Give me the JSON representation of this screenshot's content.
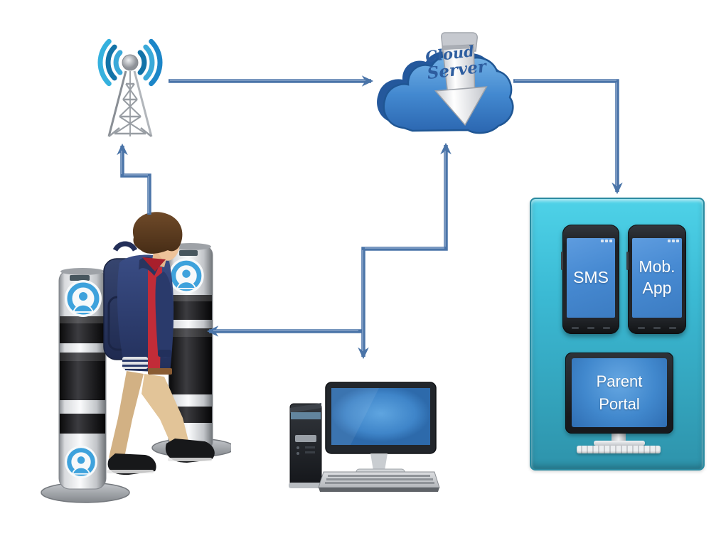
{
  "diagram_type": "child-tracking-system-architecture",
  "cloud_server": {
    "line1": "Cloud",
    "line2": "Server",
    "label": "Cloud Server"
  },
  "panel": {
    "sms_label": "SMS",
    "mob_app_line1": "Mob.",
    "mob_app_line2": "App",
    "portal_line1": "Parent",
    "portal_line2": "Portal"
  },
  "icons": {
    "antenna": "cellular-signal-tower-icon",
    "cloud": "cloud-with-download-arrow-icon",
    "gates": "rfid-security-gate-pillars",
    "gate_sensor": "person-detection-icon",
    "child": "child-with-backpack-walking",
    "computer": "desktop-computer-icon",
    "sms_phone": "smartphone-icon",
    "app_phone": "smartphone-icon",
    "portal_monitor": "desktop-monitor-icon"
  },
  "connections": [
    {
      "from": "antenna",
      "to": "cloud-server",
      "style": "straight-right"
    },
    {
      "from": "cloud-server",
      "to": "notification-panel",
      "style": "elbow-down"
    },
    {
      "from": "computer",
      "to": "cloud-server",
      "style": "elbow-bidirectional"
    },
    {
      "from": "computer-cloud-line",
      "to": "rfid-gates",
      "style": "straight-left"
    },
    {
      "from": "rfid-gates",
      "to": "antenna",
      "style": "elbow-up"
    }
  ],
  "colors": {
    "arrow": "#4a74a8",
    "panel_top": "#4ed2e8",
    "panel_bottom": "#2e93ab",
    "cloud_fill": "#3f85cc",
    "phone_screen": "#478ad2",
    "portal_screen": "#4188cd",
    "gate_sensor_blue": "#3ea2dc",
    "label_text": "#ffffff",
    "cloud_label_text": "#2d5d9f"
  }
}
